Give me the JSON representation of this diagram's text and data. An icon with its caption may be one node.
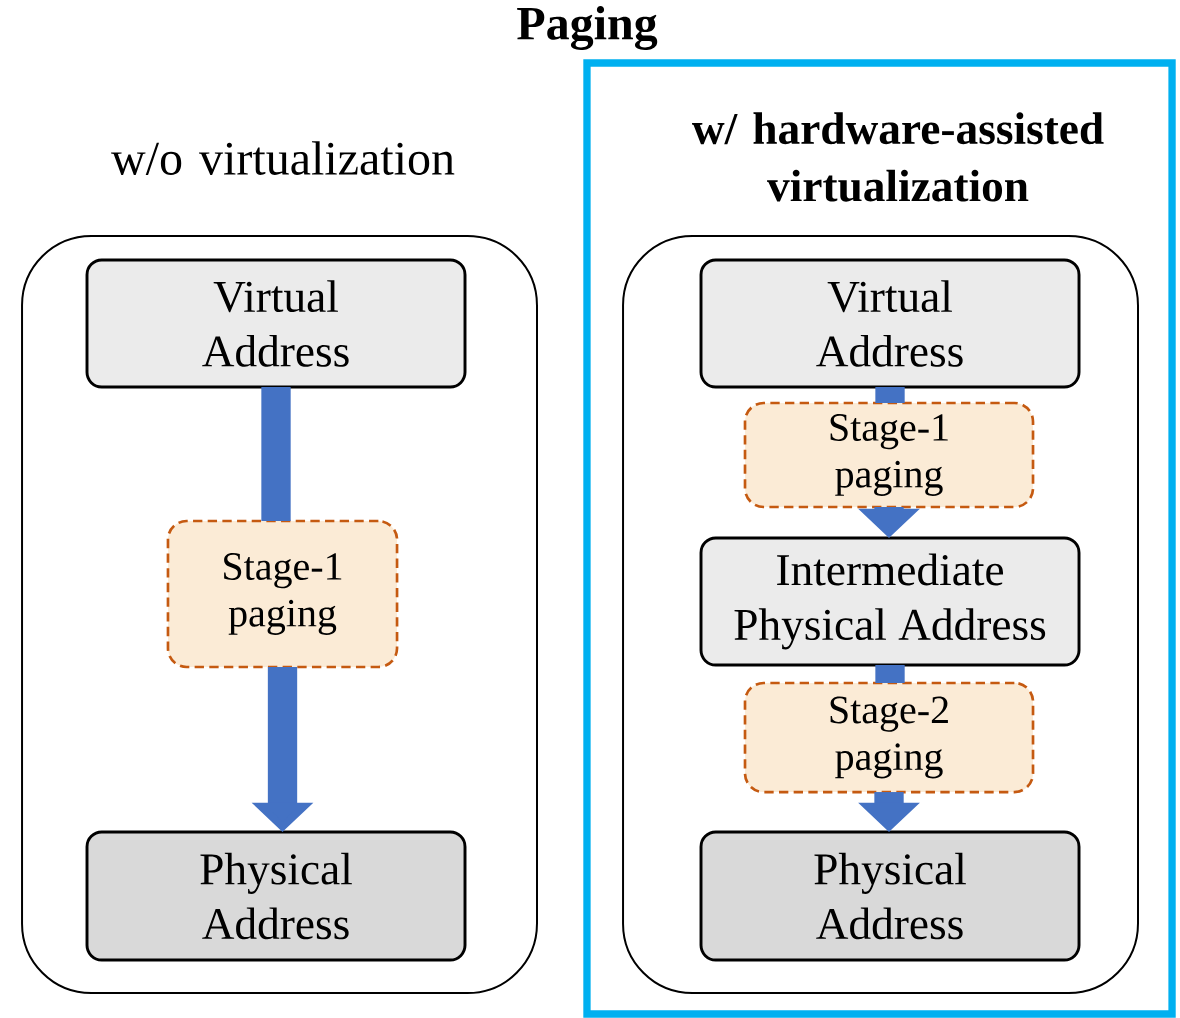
{
  "diagram": {
    "title": "Paging",
    "nodes": [
      {
        "text": [
          "w/o virtualization"
        ]
      },
      {
        "text": [
          "Virtual Address"
        ],
        "in": 0
      },
      {
        "text": [
          "Stage-1 paging"
        ],
        "in": 0
      },
      {
        "text": [
          "Physical Address"
        ],
        "in": 0
      },
      {
        "text": [
          "w/ hardware-assisted virtualization"
        ]
      },
      {
        "text": [],
        "shape": "box",
        "in": 4
      },
      {
        "text": [
          "Virtual Address"
        ],
        "in": 5
      },
      {
        "text": [
          "Stage-1 paging"
        ],
        "in": 5
      },
      {
        "text": [
          "Intermediate Physical Address"
        ],
        "in": 5
      },
      {
        "text": [
          "Stage-2 paging"
        ],
        "in": 5
      },
      {
        "text": [
          "Physical Address"
        ],
        "in": 5
      }
    ],
    "edges": [
      {
        "from": 1,
        "to": 2,
        "arrow": "none"
      },
      {
        "from": 2,
        "to": 3,
        "arrow": "to"
      },
      {
        "from": 6,
        "to": 7,
        "arrow": "none"
      },
      {
        "from": 7,
        "to": 8,
        "arrow": "to"
      },
      {
        "from": 8,
        "to": 9,
        "arrow": "none"
      },
      {
        "from": 9,
        "to": 10,
        "arrow": "to"
      }
    ]
  }
}
